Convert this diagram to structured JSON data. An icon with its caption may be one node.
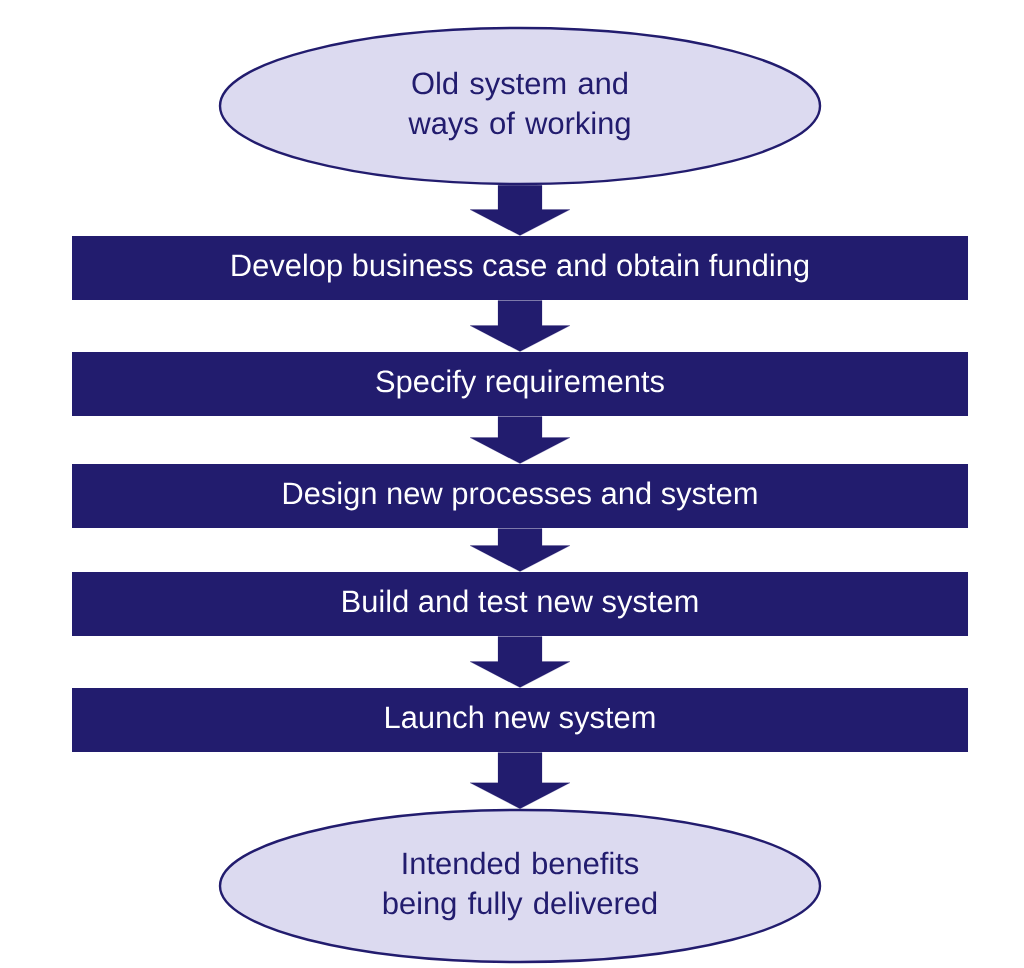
{
  "diagram": {
    "nodes": [
      {
        "text": [
          "Old system and ways of working"
        ]
      },
      {
        "text": [
          "Develop business case and obtain funding"
        ]
      },
      {
        "text": [
          "Specify requirements"
        ]
      },
      {
        "text": [
          "Design new processes and system"
        ]
      },
      {
        "text": [
          "Build and test new system"
        ]
      },
      {
        "text": [
          "Launch new system"
        ]
      },
      {
        "text": [
          "Intended benefits being fully delivered"
        ]
      }
    ],
    "edges": [
      {
        "from": 0,
        "to": 1,
        "arrow": "to"
      },
      {
        "from": 1,
        "to": 2,
        "arrow": "to"
      },
      {
        "from": 2,
        "to": 3,
        "arrow": "to"
      },
      {
        "from": 3,
        "to": 4,
        "arrow": "to"
      },
      {
        "from": 4,
        "to": 5,
        "arrow": "to"
      },
      {
        "from": 5,
        "to": 6,
        "arrow": "to"
      }
    ]
  }
}
